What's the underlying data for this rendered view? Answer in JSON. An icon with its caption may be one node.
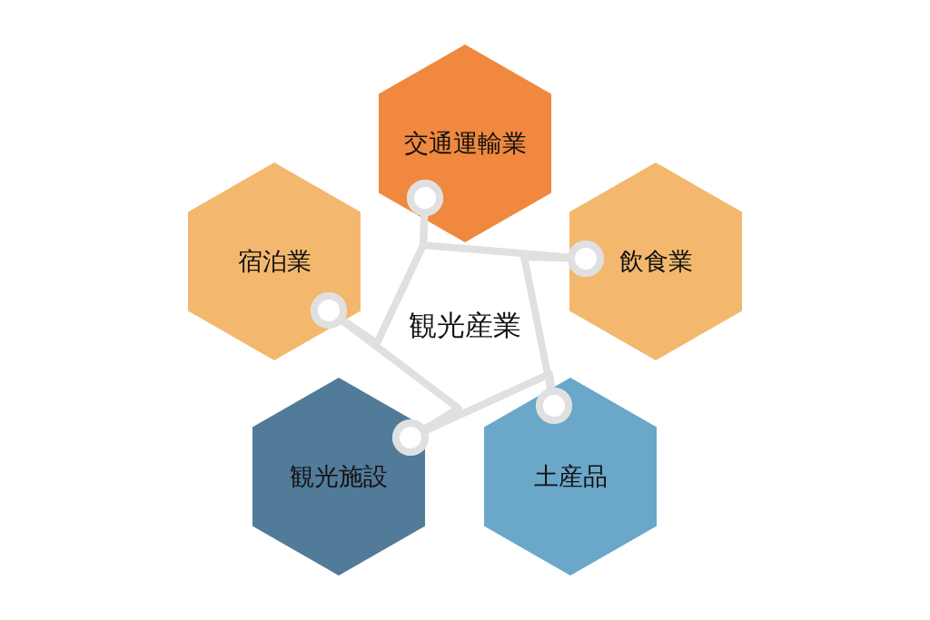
{
  "diagram": {
    "nodes": [
      {
        "text": [
          "交通運輸業"
        ]
      },
      {
        "text": [
          "宿泊業"
        ]
      },
      {
        "text": [
          "飲食業"
        ]
      },
      {
        "text": [
          "観光施設"
        ]
      },
      {
        "text": [
          "土産品"
        ]
      }
    ],
    "edges": [
      {
        "from": 0,
        "to": 2,
        "arrow": "other"
      },
      {
        "from": 2,
        "to": 4,
        "arrow": "other"
      },
      {
        "from": 4,
        "to": 3,
        "arrow": "other"
      },
      {
        "from": 3,
        "to": 1,
        "arrow": "other"
      },
      {
        "from": 1,
        "to": 0,
        "arrow": "other"
      }
    ],
    "labels": [
      "観光産業"
    ]
  }
}
